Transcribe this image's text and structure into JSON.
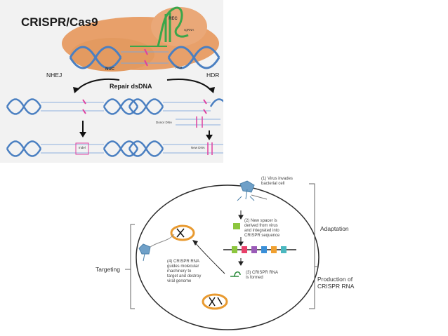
{
  "top_figure": {
    "title": "CRISPR/Cas9",
    "nhej_label": "NHEJ",
    "hdr_label": "HDR",
    "repair_label": "Repair dsDNA",
    "rec_label": "REC",
    "nuc_label": "NUC",
    "pam_label": "PAM",
    "sgrna_label": "sgRNA",
    "donor_label": "Donor DNA",
    "indel_label": "Indel",
    "new_dna_label": "New DNA"
  },
  "bottom_figure": {
    "step1": "(1) Virus invades\nbacterial cell",
    "step2": "(2) New spacer is\nderived from virus\nand integrated into\nCRISPR sequence",
    "step3": "(3) CRISPR RNA\nis formed",
    "step4": "(4) CRISPR RNA\nguides molecular\nmachinery to\ntarget and destroy\nviral genome",
    "adaptation_label": "Adaptation",
    "production_label": "Production of\nCRISPR RNA",
    "targeting_label": "Targeting"
  },
  "colors": {
    "dna_blue": "#4a7fc1",
    "cas9_orange": "#e8a06a",
    "guide_green": "#4caf50",
    "cut_magenta": "#e040a0",
    "panel_bg": "#f2f2f2",
    "cell_ring": "#e89a30"
  }
}
